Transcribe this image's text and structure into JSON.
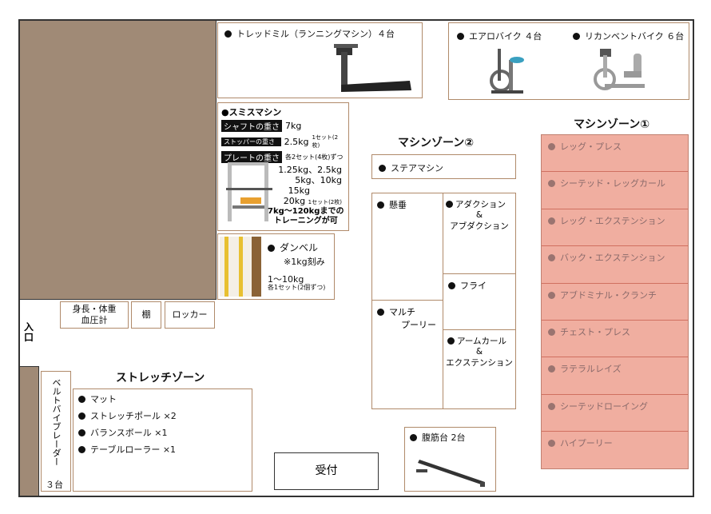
{
  "treadmill": {
    "label": "トレッドミル（ランニングマシン）４台"
  },
  "aero_bike": {
    "label": "エアロバイク ４台"
  },
  "recumbent_bike": {
    "label": "リカンベントバイク ６台"
  },
  "smith": {
    "title": "●スミスマシン",
    "shaft_label": "シャフトの重さ",
    "shaft_value": "7kg",
    "stopper_label": "ストッパーの重さ",
    "stopper_value": "2.5kg",
    "stopper_note": "1セット(2枚)",
    "plate_label": "プレートの重さ",
    "plate_note": "各2セット(4枚)ずつ",
    "plate_line1": "1.25kg、2.5kg",
    "plate_line2": "5kg、10kg",
    "plate_line3": "15kg",
    "plate_line4": "20kg",
    "plate_line4_note": "1セット(2枚)",
    "range_line1": "7kg〜120kgまでの",
    "range_line2": "トレーニングが可"
  },
  "dumbbell": {
    "title": "ダンベル",
    "step": "※1kg刻み",
    "range": "1〜10kg",
    "note": "各1セット(2個ずつ)"
  },
  "entrance": {
    "measure_line1": "身長・体重",
    "measure_line2": "血圧計",
    "shelf": "棚",
    "locker": "ロッカー",
    "entrance": "入口"
  },
  "belt_vibrator": {
    "label": "ベルトバイブレーダー",
    "count": "３台"
  },
  "stretch_zone": {
    "title": "ストレッチゾーン",
    "items": [
      "マット",
      "ストレッチポール ×2",
      "バランスボール ×1",
      "テーブルローラー ×1"
    ]
  },
  "reception": {
    "label": "受付"
  },
  "zone2": {
    "title": "マシンゾーン②",
    "stair": "ステアマシン",
    "hanging": "懸垂",
    "multi_line1": "マルチ",
    "multi_line2": "プーリー",
    "adduction_line1": "アダクション",
    "adduction_amp": "&",
    "adduction_line2": "アブダクション",
    "fly": "フライ",
    "arm_line1": "アームカール",
    "arm_amp": "&",
    "arm_line2": "エクステンション"
  },
  "abs": {
    "label": "腹筋台 2台"
  },
  "zone1": {
    "title": "マシンゾーン①",
    "items": [
      "レッグ・プレス",
      "シーテッド・レッグカール",
      "レッグ・エクステンション",
      "バック・エクステンション",
      "アブドミナル・クランチ",
      "チェスト・プレス",
      "ラテラルレイズ",
      "シーテッドローイング",
      "ハイプーリー"
    ]
  },
  "colors": {
    "brown": "#a08a76",
    "zone1_bg": "#f0aea0",
    "zone1_line": "#d07060",
    "border": "#b08a6a"
  }
}
